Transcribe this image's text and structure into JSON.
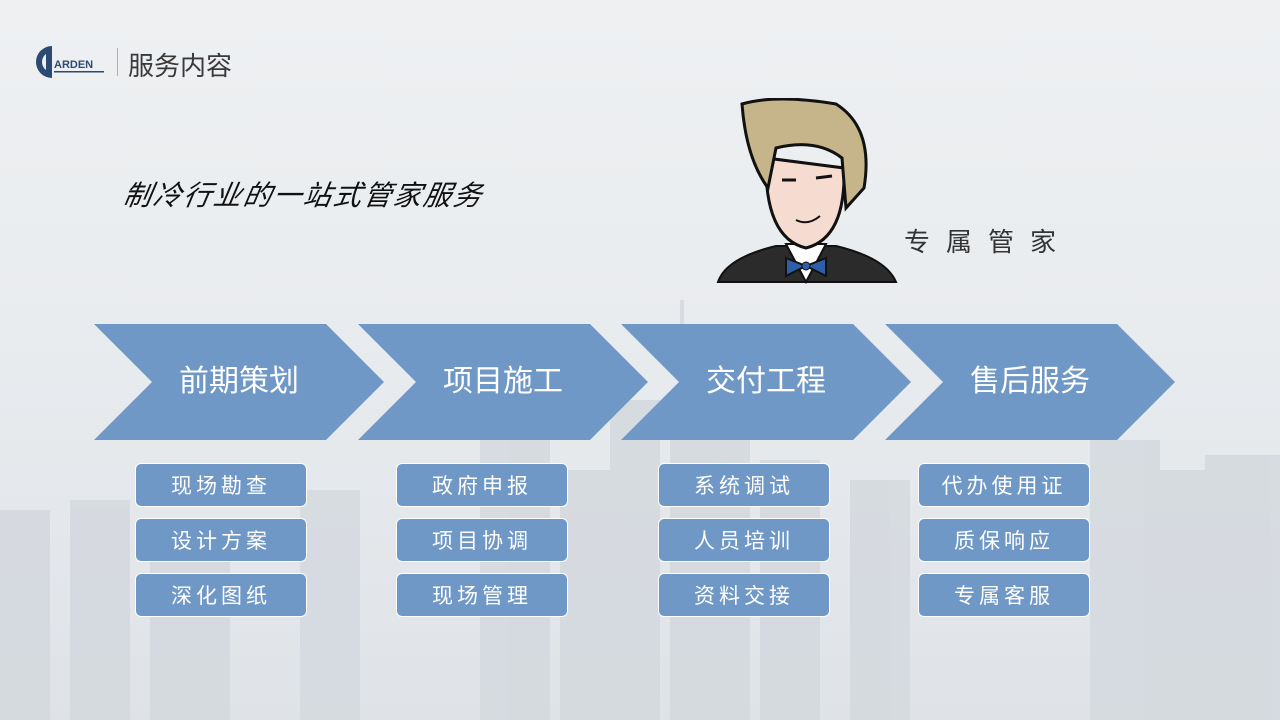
{
  "header": {
    "logo_text": "ARDEN",
    "title": "服务内容"
  },
  "slogan": "制冷行业的一站式管家服务",
  "butler_label": "专属管家",
  "colors": {
    "accent": "#7098c6",
    "logo": "#2b4a74"
  },
  "stages": [
    {
      "label": "前期策划",
      "items": [
        "现场勘查",
        "设计方案",
        "深化图纸"
      ]
    },
    {
      "label": "项目施工",
      "items": [
        "政府申报",
        "项目协调",
        "现场管理"
      ]
    },
    {
      "label": "交付工程",
      "items": [
        "系统调试",
        "人员培训",
        "资料交接"
      ]
    },
    {
      "label": "售后服务",
      "items": [
        "代办使用证",
        "质保响应",
        "专属客服"
      ]
    }
  ]
}
